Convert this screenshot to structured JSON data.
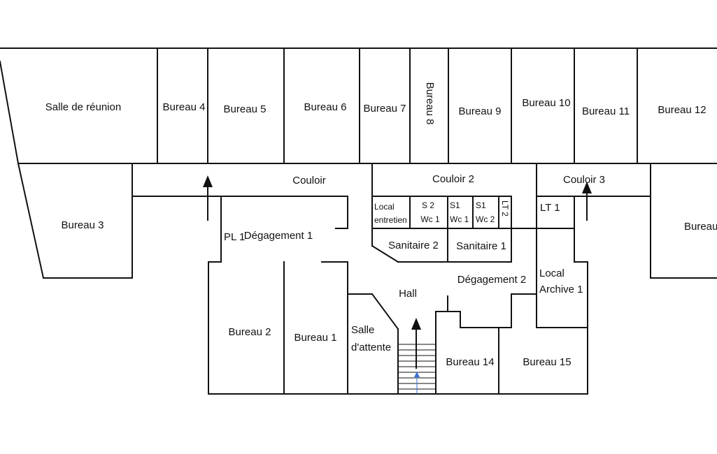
{
  "rooms": {
    "salle_reunion": "Salle de réunion",
    "bureau_1": "Bureau 1",
    "bureau_2": "Bureau 2",
    "bureau_3": "Bureau 3",
    "bureau_4": "Bureau 4",
    "bureau_5": "Bureau 5",
    "bureau_6": "Bureau 6",
    "bureau_7": "Bureau 7",
    "bureau_8": "Bureau 8",
    "bureau_9": "Bureau 9",
    "bureau_10": "Bureau 10",
    "bureau_11": "Bureau 11",
    "bureau_12": "Bureau 12",
    "bureau_13_partial": "Bureau",
    "bureau_14": "Bureau 14",
    "bureau_15": "Bureau 15",
    "couloir": "Couloir",
    "couloir_2": "Couloir 2",
    "couloir_3": "Couloir 3",
    "pl_1": "PL 1",
    "degagement_1": "Dégagement 1",
    "degagement_2": "Dégagement 2",
    "hall": "Hall",
    "salle_attente_l1": "Salle",
    "salle_attente_l2": "d'attente",
    "local_entretien_l1": "Local",
    "local_entretien_l2": "entretien",
    "s2_l1": "S 2",
    "s2_l2": "Wc 1",
    "s1a_l1": "S1",
    "s1a_l2": "Wc 1",
    "s1b_l1": "S1",
    "s1b_l2": "Wc 2",
    "lt_2": "LT 2",
    "lt_1": "LT 1",
    "sanitaire_1": "Sanitaire 1",
    "sanitaire_2": "Sanitaire 2",
    "local_archive_l1": "Local",
    "local_archive_l2": "Archive 1"
  }
}
